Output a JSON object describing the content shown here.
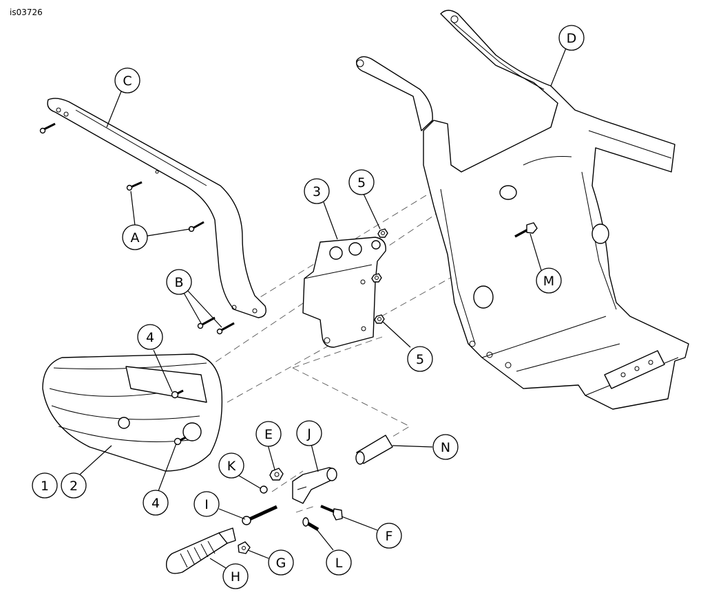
{
  "figure_id": "is03726",
  "callouts": {
    "c1": "1",
    "c2": "2",
    "c3": "3",
    "c4a": "4",
    "c4b": "4",
    "c5a": "5",
    "c5b": "5",
    "cA": "A",
    "cB": "B",
    "cC": "C",
    "cD": "D",
    "cE": "E",
    "cF": "F",
    "cG": "G",
    "cH": "H",
    "cI": "I",
    "cJ": "J",
    "cK": "K",
    "cL": "L",
    "cM": "M",
    "cN": "N"
  }
}
